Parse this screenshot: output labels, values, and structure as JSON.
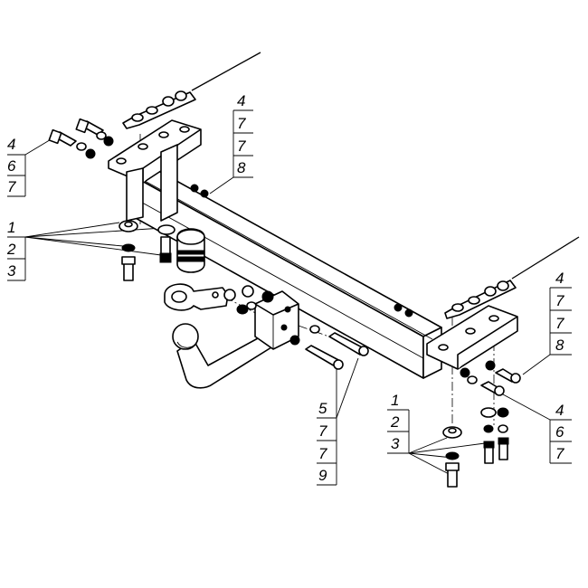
{
  "callouts": {
    "top_left": [
      "4",
      "6",
      "7"
    ],
    "top_center": [
      "4",
      "7",
      "7",
      "8"
    ],
    "mid_left": [
      "1",
      "2",
      "3"
    ],
    "bottom_center": [
      "5",
      "7",
      "7",
      "9"
    ],
    "right_upper": [
      "4",
      "7",
      "7",
      "8"
    ],
    "right_lower": [
      "4",
      "6",
      "7"
    ],
    "bottom_right": [
      "1",
      "2",
      "3"
    ]
  }
}
